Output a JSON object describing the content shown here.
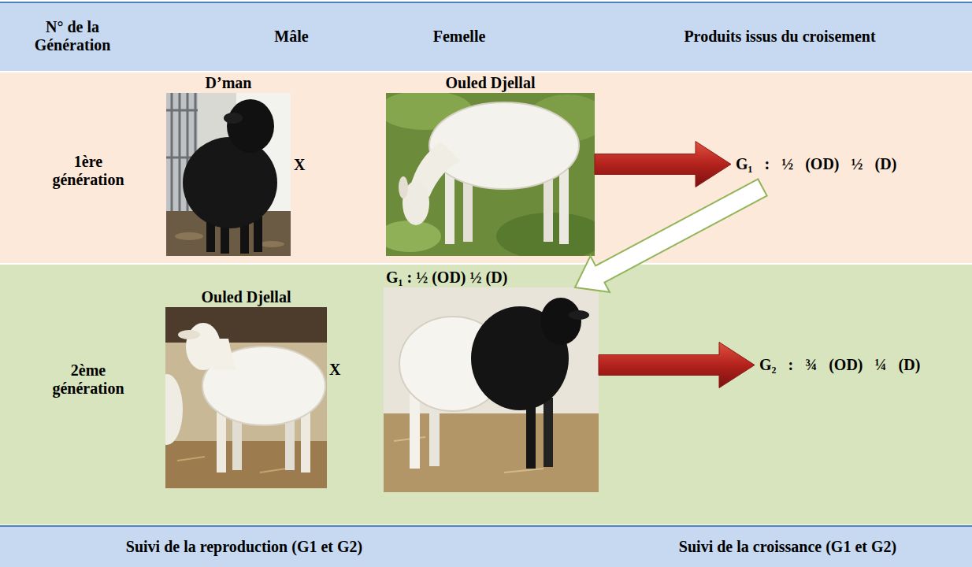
{
  "diagram": {
    "nodes": [
      {
        "text": [
          "N° de la Génération",
          "Mâle",
          "Femelle",
          "Produits issus du croisement"
        ]
      },
      {
        "text": [
          "1ère génération"
        ]
      },
      {
        "text": [
          "D’man"
        ],
        "in": 1
      },
      {
        "text": [
          "Ouled Djellal"
        ],
        "in": 1
      },
      {
        "text": [
          "G₁ : ½ (OD) ½ (D)"
        ],
        "in": 1
      },
      {
        "text": [
          "2ème génération"
        ]
      },
      {
        "text": [
          "Ouled Djellal"
        ],
        "in": 5
      },
      {
        "text": [
          "G₁ : ½ (OD) ½ (D)"
        ],
        "in": 5
      },
      {
        "text": [
          "G₂ : ¾ (OD) ¼ (D)"
        ],
        "in": 5
      },
      {
        "text": [
          "Suivi de la reproduction (G1 et G2)",
          "Suivi de la croissance (G1 et G2)"
        ]
      }
    ],
    "edges": [
      {
        "from": 3,
        "to": 4,
        "arrow": "to"
      },
      {
        "from": 4,
        "to": 7,
        "arrow": "to"
      },
      {
        "from": 7,
        "to": 8,
        "arrow": "to"
      }
    ],
    "labels": [
      "X",
      "X"
    ]
  }
}
